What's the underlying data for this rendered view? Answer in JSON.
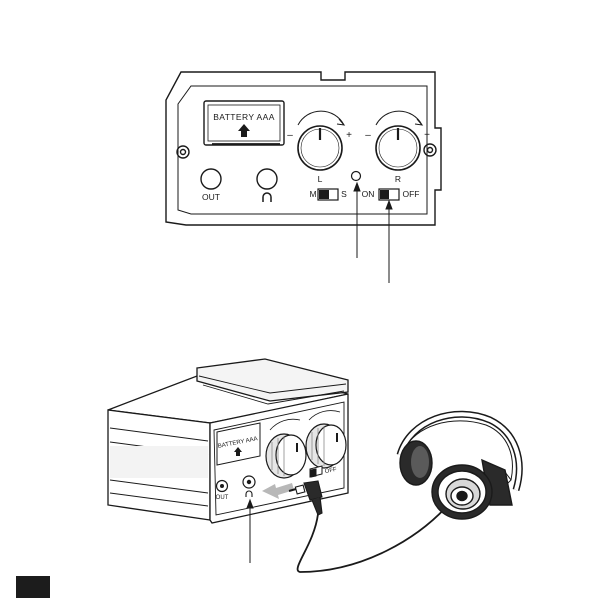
{
  "front_panel": {
    "battery_label": "BATTERY  AAA",
    "out_label": "OUT",
    "knob_left_label": "L",
    "knob_right_label": "R",
    "minus_sign": "–",
    "plus_sign": "+",
    "mode_switch_left": "M",
    "mode_switch_right": "S",
    "power_switch_on": "ON",
    "power_switch_off": "OFF"
  },
  "device_3d": {
    "battery_label": "BATTERY  AAA",
    "out_label": "OUT",
    "power_off_label": "OFF"
  },
  "icons": {
    "headphone_jack": "headphone-icon",
    "battery_arrow": "up-arrow-icon"
  },
  "colors": {
    "line": "#1a1a1a",
    "panel_fill": "#ffffff",
    "shade": "#cfcfcf",
    "dark": "#1c1c1c"
  }
}
